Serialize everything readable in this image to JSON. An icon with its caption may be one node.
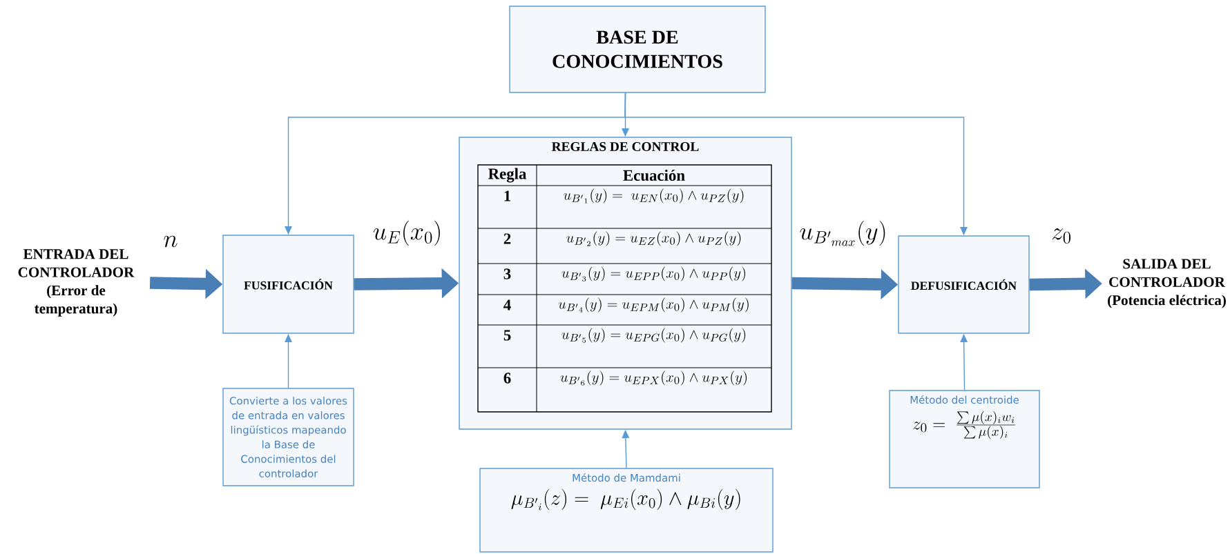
{
  "diagram": {
    "nodes": [
      {
        "text": [
          "BASE DE CONOCIMIENTOS"
        ]
      },
      {
        "text": [
          "ENTRADA DEL CONTROLADOR",
          "(Error de temperatura)"
        ]
      },
      {
        "text": [
          "FUSIFICACIÓN"
        ]
      },
      {
        "text": [
          "REGLAS DE CONTROL"
        ]
      },
      {
        "text": [
          "DEFUSIFICACIÓN"
        ]
      },
      {
        "text": [
          "SALIDA DEL CONTROLADOR",
          "(Potencia eléctrica)"
        ]
      },
      {
        "text": [
          "Convierte a los valores de entrada en valores lingüísticos mapeando la Base de Conocimientos del controlador"
        ]
      },
      {
        "text": [
          "Método de Mamdami",
          "\\mu_{{B'}_{i}}(z) = \\ \\mu_{Ei}(x_0) \\wedge \\mu_{Bi}(y)"
        ]
      },
      {
        "text": [
          "Método del centroide",
          "z_0 = \\ \\frac{\\sum \\mu(x)_i w_i}{\\sum \\mu(x)_i}"
        ]
      }
    ],
    "edges": [
      {
        "from": 0,
        "to": 2,
        "arrow": "to"
      },
      {
        "from": 0,
        "to": 3,
        "arrow": "to"
      },
      {
        "from": 0,
        "to": 4,
        "arrow": "to"
      },
      {
        "from": 1,
        "to": 2,
        "arrow": "to",
        "label": "n",
        "style": "thick",
        "color": "#4a7fb5"
      },
      {
        "from": 2,
        "to": 3,
        "arrow": "to",
        "label": "u_E(x_0)",
        "style": "thick",
        "color": "#4a7fb5"
      },
      {
        "from": 3,
        "to": 4,
        "arrow": "to",
        "label": "u_{{B'}_{max}}(y)",
        "style": "thick",
        "color": "#4a7fb5"
      },
      {
        "from": 4,
        "to": 5,
        "arrow": "to",
        "label": "z_0",
        "style": "thick",
        "color": "#4a7fb5"
      },
      {
        "from": 6,
        "to": 2,
        "arrow": "to"
      },
      {
        "from": 7,
        "to": 3,
        "arrow": "to"
      },
      {
        "from": 8,
        "to": 4,
        "arrow": "to"
      }
    ],
    "labels": [
      "Regla",
      "Ecuación",
      "1",
      "u_{{B'}_{1}}(y) = \\ u_{EN}(x_0) \\wedge u_{PZ}(y)",
      "2",
      "u_{{B'}_{2}}(y) = u_{EZ}(x_0) \\wedge u_{PZ}(y)",
      "3",
      "u_{{B'}_{3}}(y) = u_{EPP}(x_0) \\wedge u_{PP}(y)",
      "4",
      "u_{{B'}_{4}}(y) = u_{EPM}(x_0) \\wedge u_{PM}(y)",
      "5",
      "u_{{B'}_{5}}(y) = u_{EPG}(x_0) \\wedge u_{PG}(y)",
      "6",
      "u_{{B'}_{6}}(y) = u_{EPX}(x_0) \\wedge u_{PX}(y)"
    ]
  }
}
